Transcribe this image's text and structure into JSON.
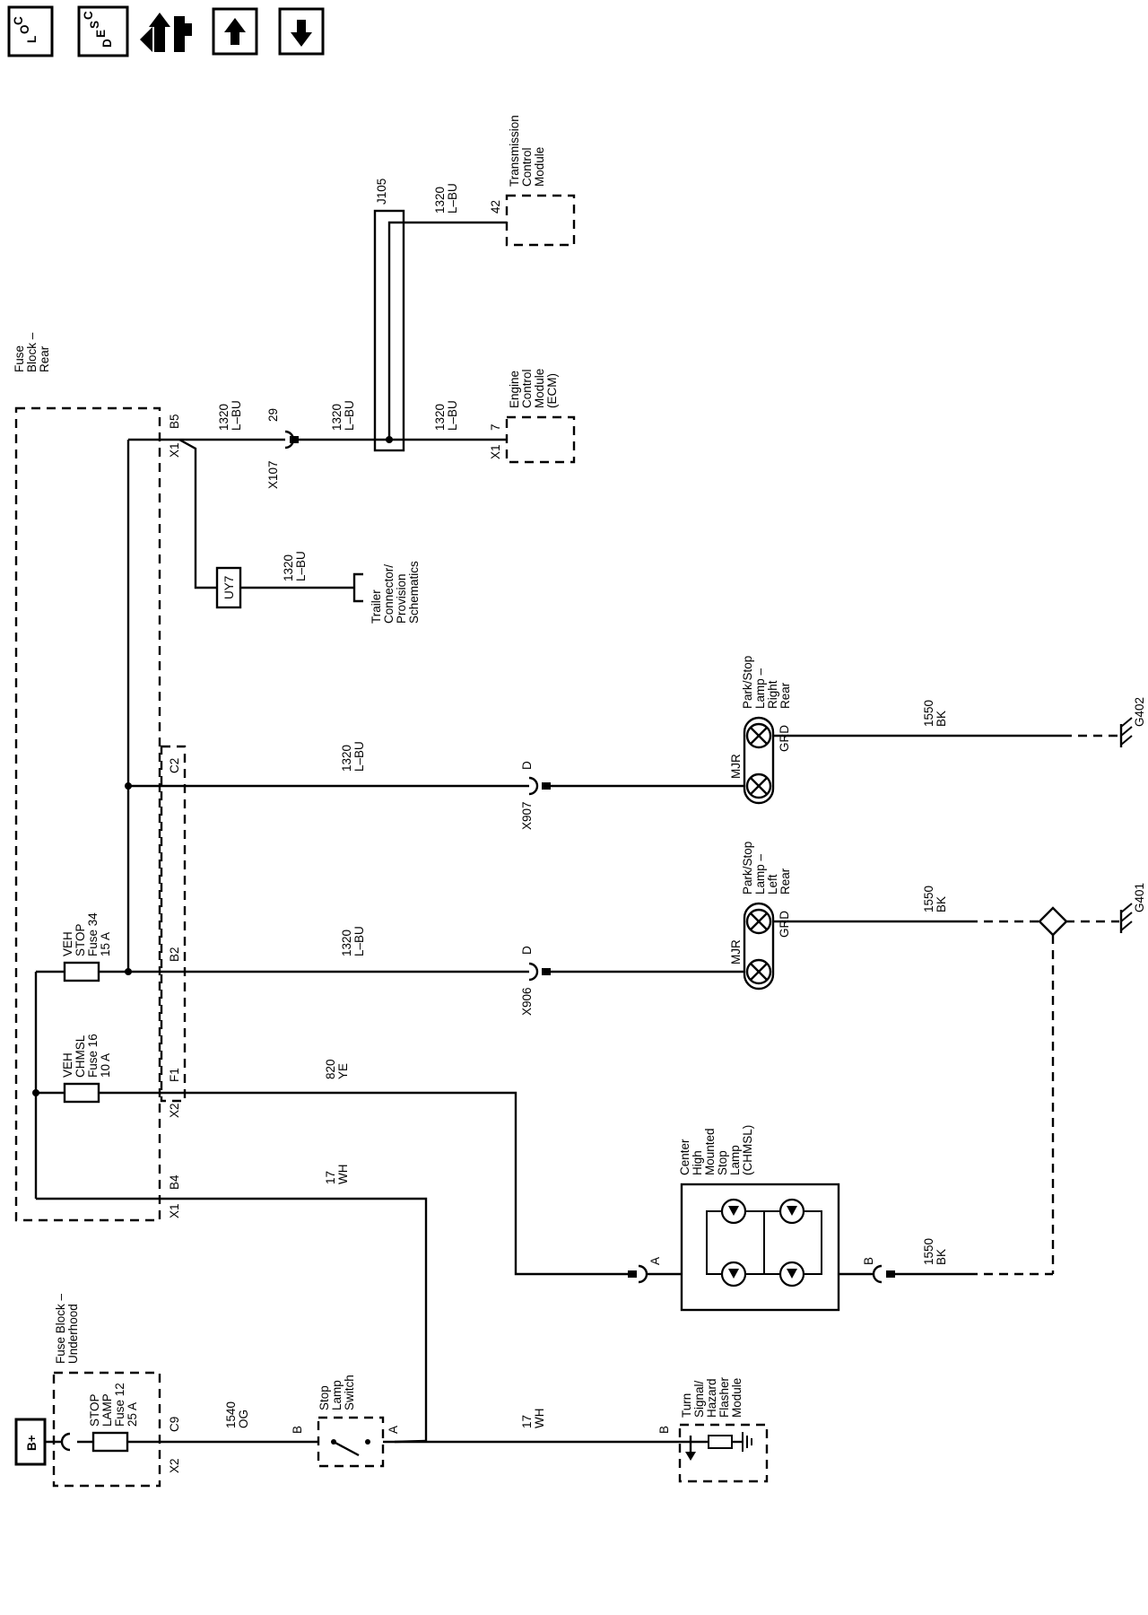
{
  "nav": {
    "loc": {
      "L": "L",
      "O": "O",
      "C": "C"
    },
    "desc": {
      "D": "D",
      "E": "E",
      "S": "S",
      "C": "C"
    }
  },
  "wires": {
    "w1320": "1320",
    "lbu": "L–BU",
    "w1550": "1550",
    "bk": "BK",
    "w820": "820",
    "ye": "YE",
    "w17": "17",
    "wh": "WH",
    "w1540": "1540",
    "og": "OG"
  },
  "components": {
    "fuse_block_rear": [
      "Fuse",
      "Block –",
      "Rear"
    ],
    "fuse_block_underhood": [
      "Fuse Block –",
      "Underhood"
    ],
    "tcm": [
      "Transmission",
      "Control",
      "Module"
    ],
    "ecm": [
      "Engine",
      "Control",
      "Module",
      "(ECM)"
    ],
    "trailer": [
      "Trailer",
      "Connector/",
      "Provision",
      "Schematics"
    ],
    "lamp_right": [
      "Park/Stop",
      "Lamp –",
      "Right",
      "Rear"
    ],
    "lamp_left": [
      "Park/Stop",
      "Lamp –",
      "Left",
      "Rear"
    ],
    "chmsl": [
      "Center",
      "High",
      "Mounted",
      "Stop",
      "Lamp",
      "(CHMSL)"
    ],
    "stop_switch": [
      "Stop",
      "Lamp",
      "Switch"
    ],
    "turn_module": [
      "Turn",
      "Signal/",
      "Hazard",
      "Flasher",
      "Module"
    ],
    "fuse34": [
      "VEH",
      "STOP",
      "Fuse 34",
      "15 A"
    ],
    "fuse16": [
      "VEH",
      "CHMSL",
      "Fuse 16",
      "10 A"
    ],
    "fuse12": [
      "STOP",
      "LAMP",
      "Fuse 12",
      "25 A"
    ],
    "bplus": "B+",
    "uy7": "UY7",
    "j105": "J105",
    "mjr": "MJR",
    "grd": "GRD"
  },
  "connectors": {
    "x1": "X1",
    "x2": "X2",
    "b5": "B5",
    "c2": "C2",
    "b2": "B2",
    "f1": "F1",
    "b4": "B4",
    "c9": "C9",
    "x107": "X107",
    "p29": "29",
    "p42": "42",
    "p7": "7",
    "x907": "X907",
    "x906": "X906",
    "d": "D",
    "a": "A",
    "b": "B"
  },
  "grounds": {
    "g402": "G402",
    "g401": "G401"
  }
}
